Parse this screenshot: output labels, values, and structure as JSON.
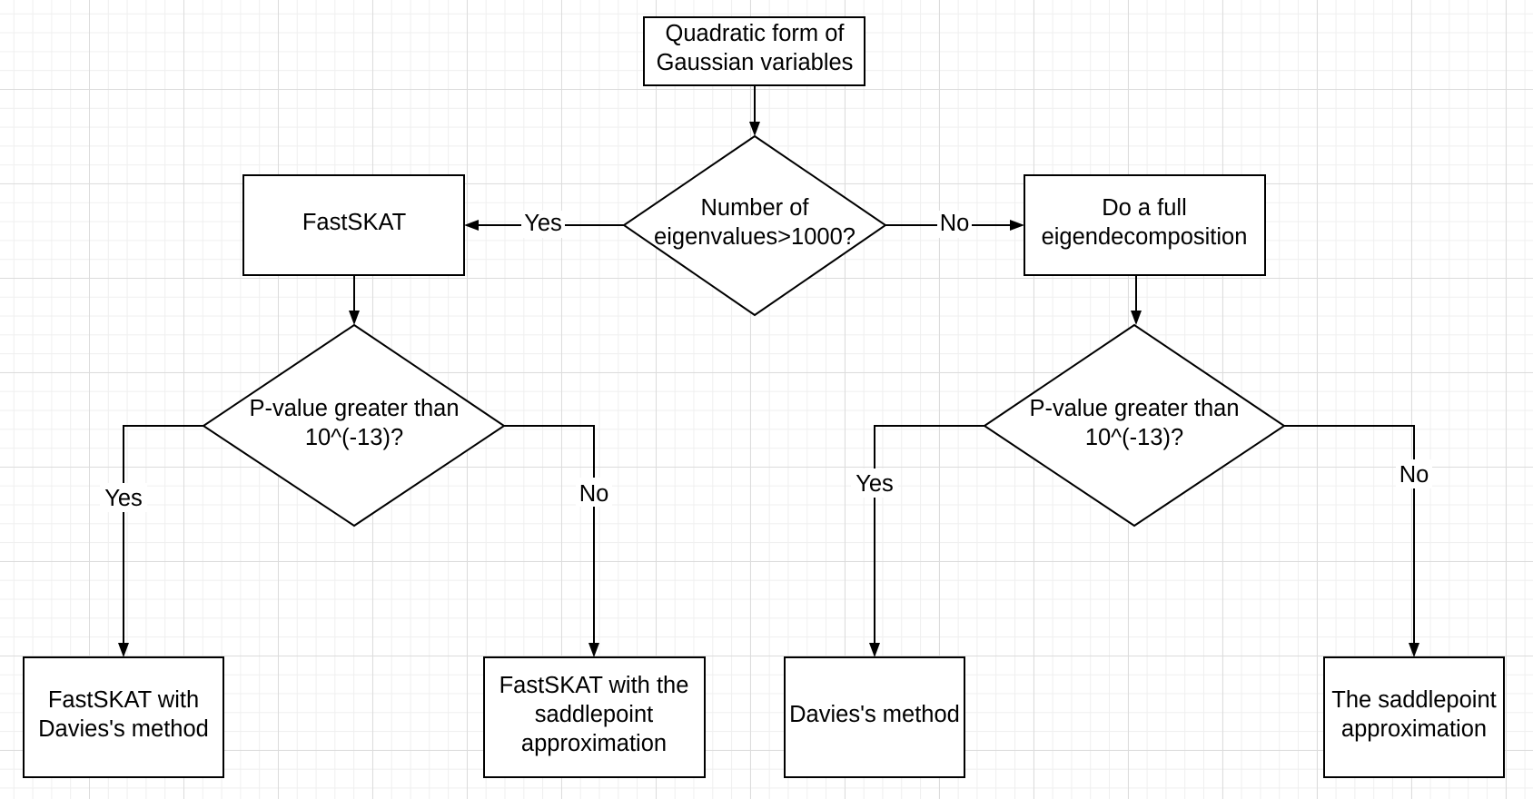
{
  "diagram": {
    "nodes": {
      "start": [
        "Quadratic form of",
        "Gaussian variables"
      ],
      "decision_eigen": [
        "Number of",
        "eigenvalues>1000?"
      ],
      "fastskat": [
        "FastSKAT"
      ],
      "full_eigen": [
        "Do a full",
        "eigendecomposition"
      ],
      "decision_p_left": [
        "P-value greater than",
        "10^(-13)?"
      ],
      "decision_p_right": [
        "P-value greater than",
        "10^(-13)?"
      ],
      "fastskat_davies": [
        "FastSKAT with",
        "Davies's method"
      ],
      "fastskat_saddle": [
        "FastSKAT with the",
        "saddlepoint",
        "approximation"
      ],
      "davies": [
        "Davies's method"
      ],
      "saddle": [
        "The saddlepoint",
        "approximation"
      ]
    },
    "edge_labels": {
      "eigen_yes": "Yes",
      "eigen_no": "No",
      "left_yes": "Yes",
      "left_no": "No",
      "right_yes": "Yes",
      "right_no": "No"
    },
    "colors": {
      "line": "#000000",
      "fill": "#ffffff",
      "grid": "#dcdcdc"
    }
  }
}
